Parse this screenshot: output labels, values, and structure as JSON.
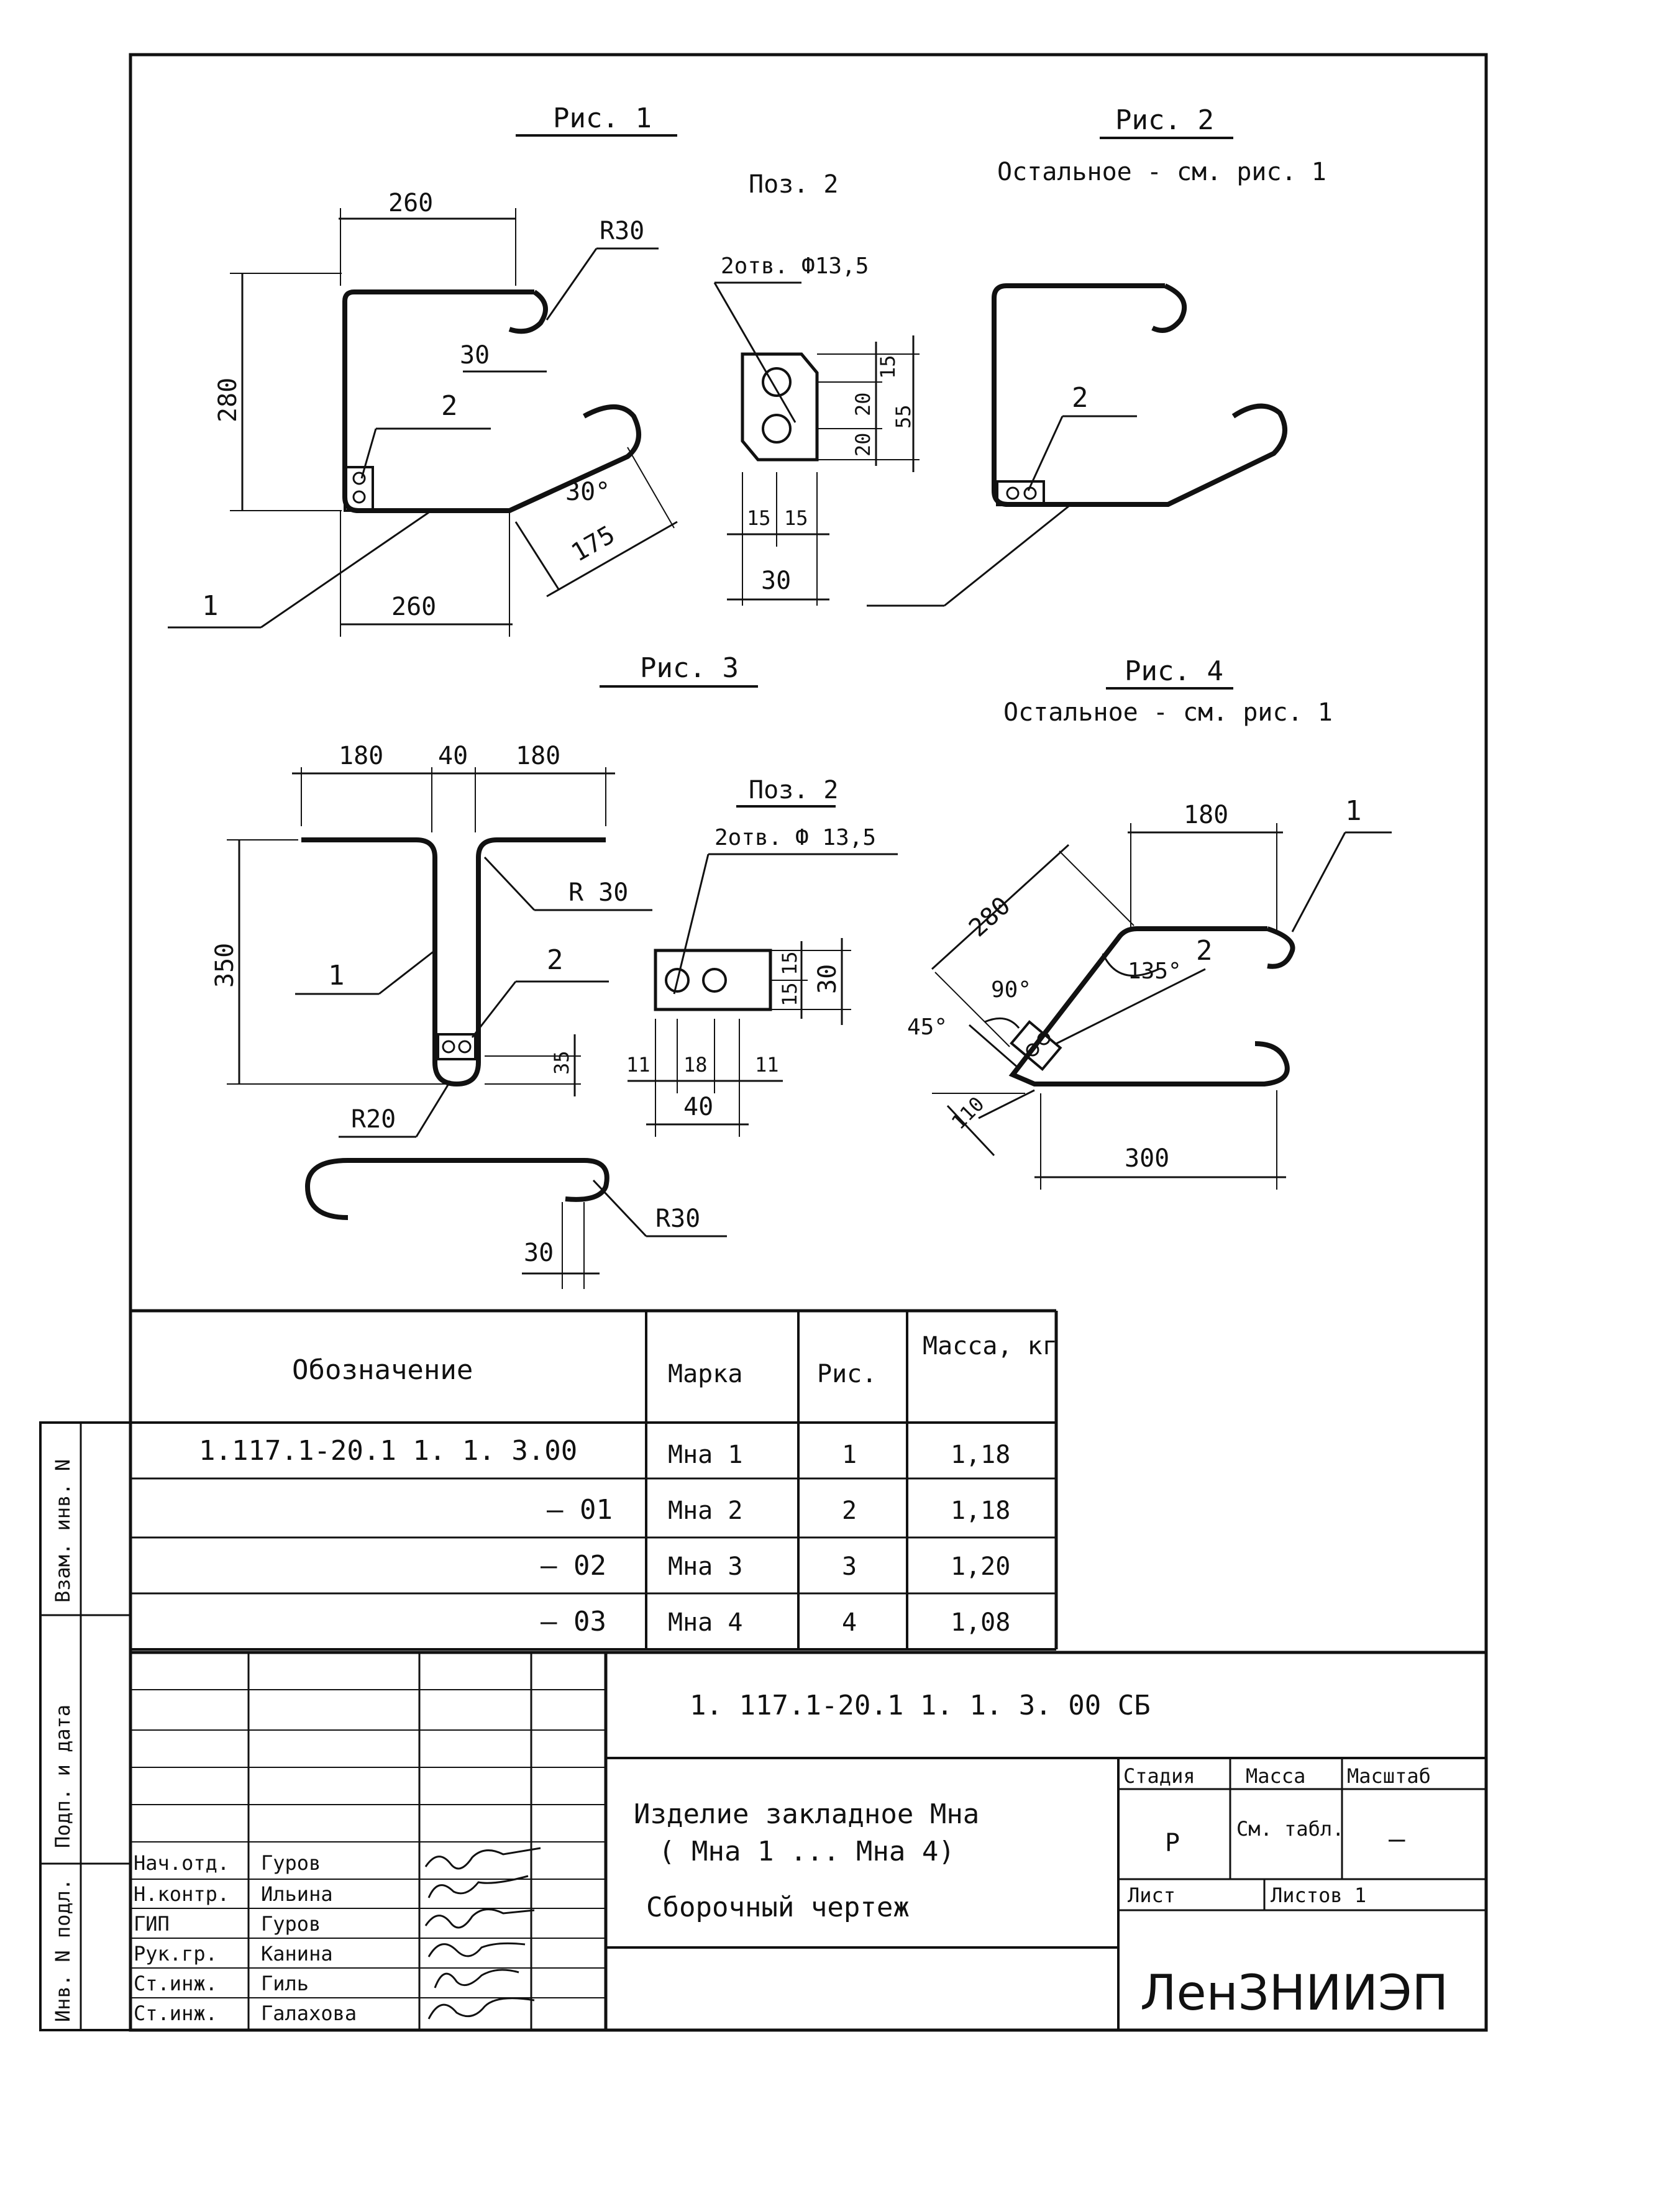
{
  "figures": {
    "fig1": {
      "title": "Рис. 1",
      "dims": {
        "top_width": "260",
        "radius": "R30",
        "height": "280",
        "gap": "30",
        "bottom_width": "260",
        "angle": "30°",
        "diag_len": "175"
      },
      "callouts": {
        "pos1": "1",
        "pos2": "2"
      }
    },
    "pos2_plate": {
      "title": "Поз. 2",
      "holes": "2отв. Ф13,5",
      "dims": {
        "v1": "15",
        "v2": "20",
        "v3": "20",
        "total": "55",
        "h1": "15",
        "h2": "15",
        "width": "30"
      }
    },
    "fig2": {
      "title": "Рис. 2",
      "subtitle": "Остальное - см. рис. 1",
      "callouts": {
        "pos2": "2"
      }
    },
    "fig3": {
      "title": "Рис. 3",
      "dims": {
        "left": "180",
        "middle": "40",
        "right": "180",
        "height": "350",
        "radius_top": "R 30",
        "bottom_offset": "35",
        "radius_bottom": "R20",
        "hook_radius": "R30",
        "hook_gap": "30"
      },
      "callouts": {
        "pos1": "1",
        "pos2": "2"
      }
    },
    "pos2_plate_b": {
      "title": "Поз. 2",
      "holes": "2отв. Ф 13,5",
      "dims": {
        "v1": "15",
        "v2": "15",
        "total": "30",
        "h1": "11",
        "h2": "18",
        "h3": "11",
        "width": "40"
      }
    },
    "fig4": {
      "title": "Рис. 4",
      "subtitle": "Остальное - см. рис. 1",
      "dims": {
        "top": "180",
        "diag": "280",
        "angle90": "90°",
        "angle135": "135°",
        "angle45": "45°",
        "short": "110",
        "bottom": "300"
      },
      "callouts": {
        "pos1": "1",
        "pos2": "2"
      }
    }
  },
  "table": {
    "headers": {
      "designation": "Обозначение",
      "mark": "Марка",
      "fig": "Рис.",
      "mass": "Масса, кг"
    },
    "rows": [
      {
        "designation": "1.117.1-20.1  1. 1. 3.00",
        "mark": "Мна 1",
        "fig": "1",
        "mass": "1,18"
      },
      {
        "designation": "— 01",
        "mark": "Мна 2",
        "fig": "2",
        "mass": "1,18"
      },
      {
        "designation": "— 02",
        "mark": "Мна 3",
        "fig": "3",
        "mass": "1,20"
      },
      {
        "designation": "— 03",
        "mark": "Мна 4",
        "fig": "4",
        "mass": "1,08"
      }
    ]
  },
  "title_block": {
    "doc_code": "1. 117.1-20.1  1. 1. 3. 00  СБ",
    "title_line1": "Изделие закладное Мна",
    "title_line2": "( Мна 1 ... Мна 4)",
    "title_line3": "Сборочный чертеж",
    "stage_header": "Стадия",
    "mass_header": "Масса",
    "scale_header": "Масштаб",
    "stage_value": "Р",
    "mass_value": "См. табл.",
    "scale_value": "—",
    "sheet_label": "Лист",
    "sheets_label": "Листов 1",
    "organization": "ЛенЗНИИЭП",
    "staff": [
      {
        "role": "Нач.отд.",
        "name": "Гуров"
      },
      {
        "role": "Н.контр.",
        "name": "Ильина"
      },
      {
        "role": "ГИП",
        "name": "Гуров"
      },
      {
        "role": "Рук.гр.",
        "name": "Канина"
      },
      {
        "role": "Ст.инж.",
        "name": "Гиль"
      },
      {
        "role": "Ст.инж.",
        "name": "Галахова"
      }
    ]
  },
  "side_stamp": {
    "field1": "Взам. инв. N",
    "field2": "Подп. и дата",
    "field3": "Инв. N подл."
  }
}
